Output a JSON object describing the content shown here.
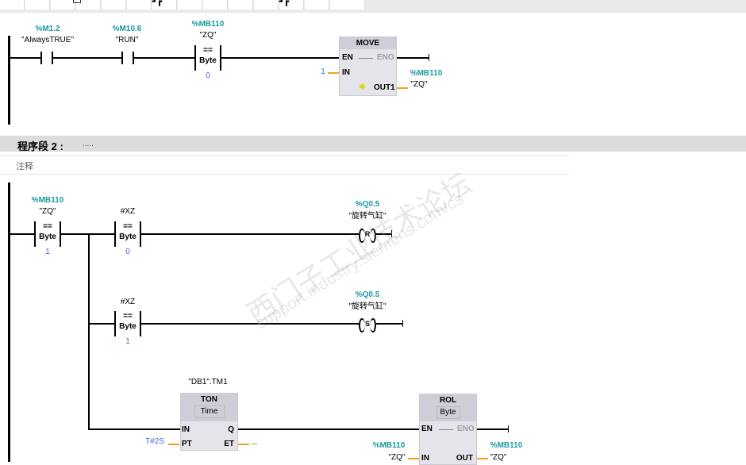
{
  "network1": {
    "contact1": {
      "address": "%M1.2",
      "symbol": "\"AlwaysTRUE\""
    },
    "contact2": {
      "address": "%M10.6",
      "symbol": "\"RUN\""
    },
    "compare": {
      "address": "%MB110",
      "symbol": "\"ZQ\"",
      "op": "==",
      "type": "Byte",
      "value": "0"
    },
    "move": {
      "title": "MOVE",
      "en": "EN",
      "eno": "ENO",
      "in": "IN",
      "in_value": "1",
      "out": "OUT1",
      "out_address": "%MB110",
      "out_symbol": "\"ZQ\""
    }
  },
  "network2": {
    "header": {
      "title": "程序段 2 :",
      "dots": "....."
    },
    "comment": "注释",
    "compare1": {
      "address": "%MB110",
      "symbol": "\"ZQ\"",
      "op": "==",
      "type": "Byte",
      "value": "1"
    },
    "compare2": {
      "symbol": "#XZ",
      "op": "==",
      "type": "Byte",
      "value": "0"
    },
    "coil_r": {
      "address": "%Q0.5",
      "symbol": "\"旋转气缸\"",
      "type": "R"
    },
    "compare3": {
      "symbol": "#XZ",
      "op": "==",
      "type": "Byte",
      "value": "1"
    },
    "coil_s": {
      "address": "%Q0.5",
      "symbol": "\"旋转气缸\"",
      "type": "S"
    },
    "ton": {
      "instance": "\"DB1\".TM1",
      "title": "TON",
      "type": "Time",
      "in": "IN",
      "q": "Q",
      "pt": "PT",
      "pt_value": "T#2S",
      "et": "ET",
      "et_value": "..."
    },
    "rol": {
      "title": "ROL",
      "type": "Byte",
      "en": "EN",
      "eno": "ENO",
      "in": "IN",
      "out": "OUT",
      "in_address": "%MB110",
      "in_symbol": "\"ZQ\"",
      "out_address": "%MB110",
      "out_symbol": "\"ZQ\""
    }
  },
  "watermark": {
    "line1": "西门子工业技术论坛",
    "line2": "support.industry.siemens.com/cs"
  }
}
